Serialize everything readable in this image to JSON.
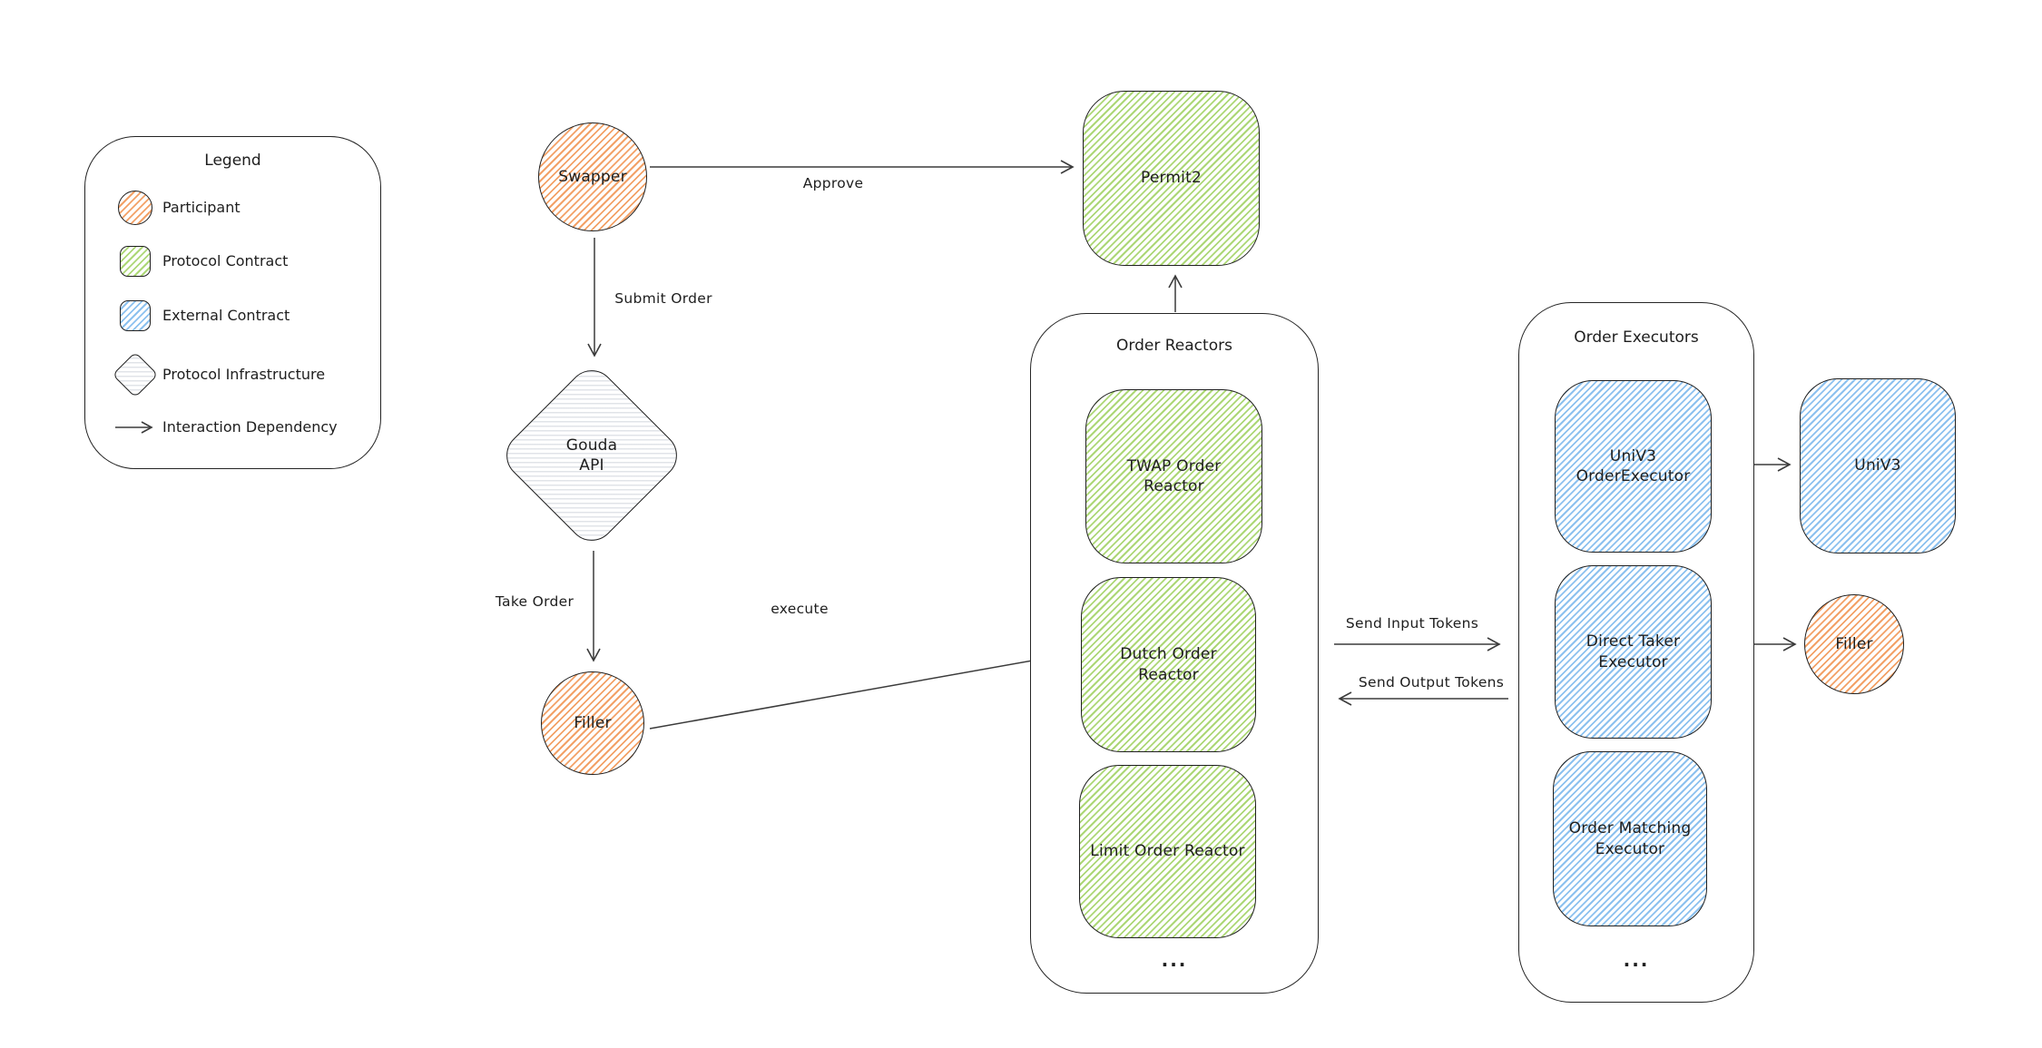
{
  "legend": {
    "title": "Legend",
    "items": [
      {
        "label": "Participant"
      },
      {
        "label": "Protocol Contract"
      },
      {
        "label": "External Contract"
      },
      {
        "label": "Protocol Infrastructure"
      },
      {
        "label": "Interaction Dependency"
      }
    ]
  },
  "nodes": {
    "swapper": "Swapper",
    "permit2": "Permit2",
    "gouda_line1": "Gouda",
    "gouda_line2": "API",
    "filler_left": "Filler",
    "univ3_external": "UniV3",
    "filler_right": "Filler"
  },
  "groups": {
    "order_reactors": {
      "title": "Order Reactors",
      "items": [
        "TWAP Order Reactor",
        "Dutch Order Reactor",
        "Limit Order Reactor"
      ],
      "more": "..."
    },
    "order_executors": {
      "title": "Order Executors",
      "items": [
        "UniV3 OrderExecutor",
        "Direct Taker Executor",
        "Order Matching Executor"
      ],
      "more": "..."
    }
  },
  "edges": {
    "approve": "Approve",
    "submit_order": "Submit Order",
    "take_order": "Take Order",
    "execute": "execute",
    "send_input_tokens": "Send Input Tokens",
    "send_output_tokens": "Send Output Tokens"
  },
  "colors": {
    "participant": "#f0944f",
    "protocol_contract": "#8fcc50",
    "external_contract": "#74b4e8",
    "infrastructure": "#aab2c0",
    "stroke": "#1e1e1e",
    "arrow": "#3b3b3b",
    "background": "#ffffff"
  }
}
